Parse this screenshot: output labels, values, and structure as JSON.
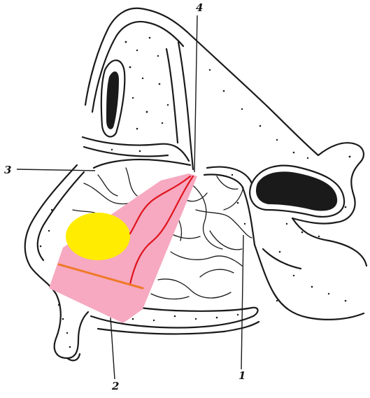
{
  "labels": {
    "one": "1",
    "two": "2",
    "three": "3",
    "four": "4"
  },
  "colors": {
    "ink": "#1a1a1a",
    "pink_region": "#f6a9c0",
    "yellow_spot": "#ffec00",
    "red_vessel": "#e0141e",
    "orange_line": "#f07a2a"
  }
}
